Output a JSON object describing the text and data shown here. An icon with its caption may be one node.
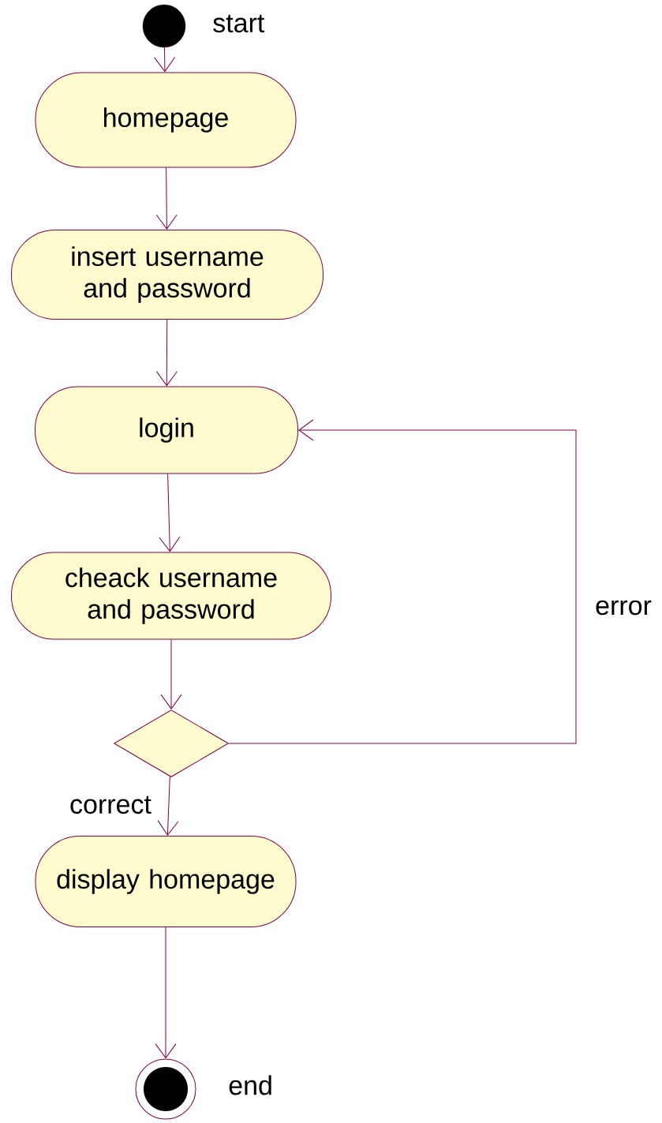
{
  "diagram": {
    "nodes": [
      {
        "text": [],
        "shape": "circle",
        "beside": [
          "start"
        ]
      },
      {
        "text": [
          "homepage"
        ]
      },
      {
        "text": [
          "insert username and password"
        ]
      },
      {
        "text": [
          "login"
        ]
      },
      {
        "text": [
          "cheack username and password"
        ]
      },
      {
        "text": [],
        "shape": "diamond"
      },
      {
        "text": [
          "display homepage"
        ]
      },
      {
        "text": [],
        "shape": "bullseye",
        "beside": [
          "end"
        ]
      }
    ],
    "edges": [
      {
        "from": 0,
        "to": 1,
        "arrow": "to"
      },
      {
        "from": 1,
        "to": 2,
        "arrow": "to"
      },
      {
        "from": 2,
        "to": 3,
        "arrow": "to"
      },
      {
        "from": 3,
        "to": 4,
        "arrow": "to"
      },
      {
        "from": 4,
        "to": 5,
        "arrow": "to"
      },
      {
        "from": 5,
        "to": 3,
        "arrow": "to",
        "label": "error"
      },
      {
        "from": 5,
        "to": 6,
        "arrow": "to",
        "label": "correct"
      },
      {
        "from": 6,
        "to": 7,
        "arrow": "to"
      }
    ]
  }
}
